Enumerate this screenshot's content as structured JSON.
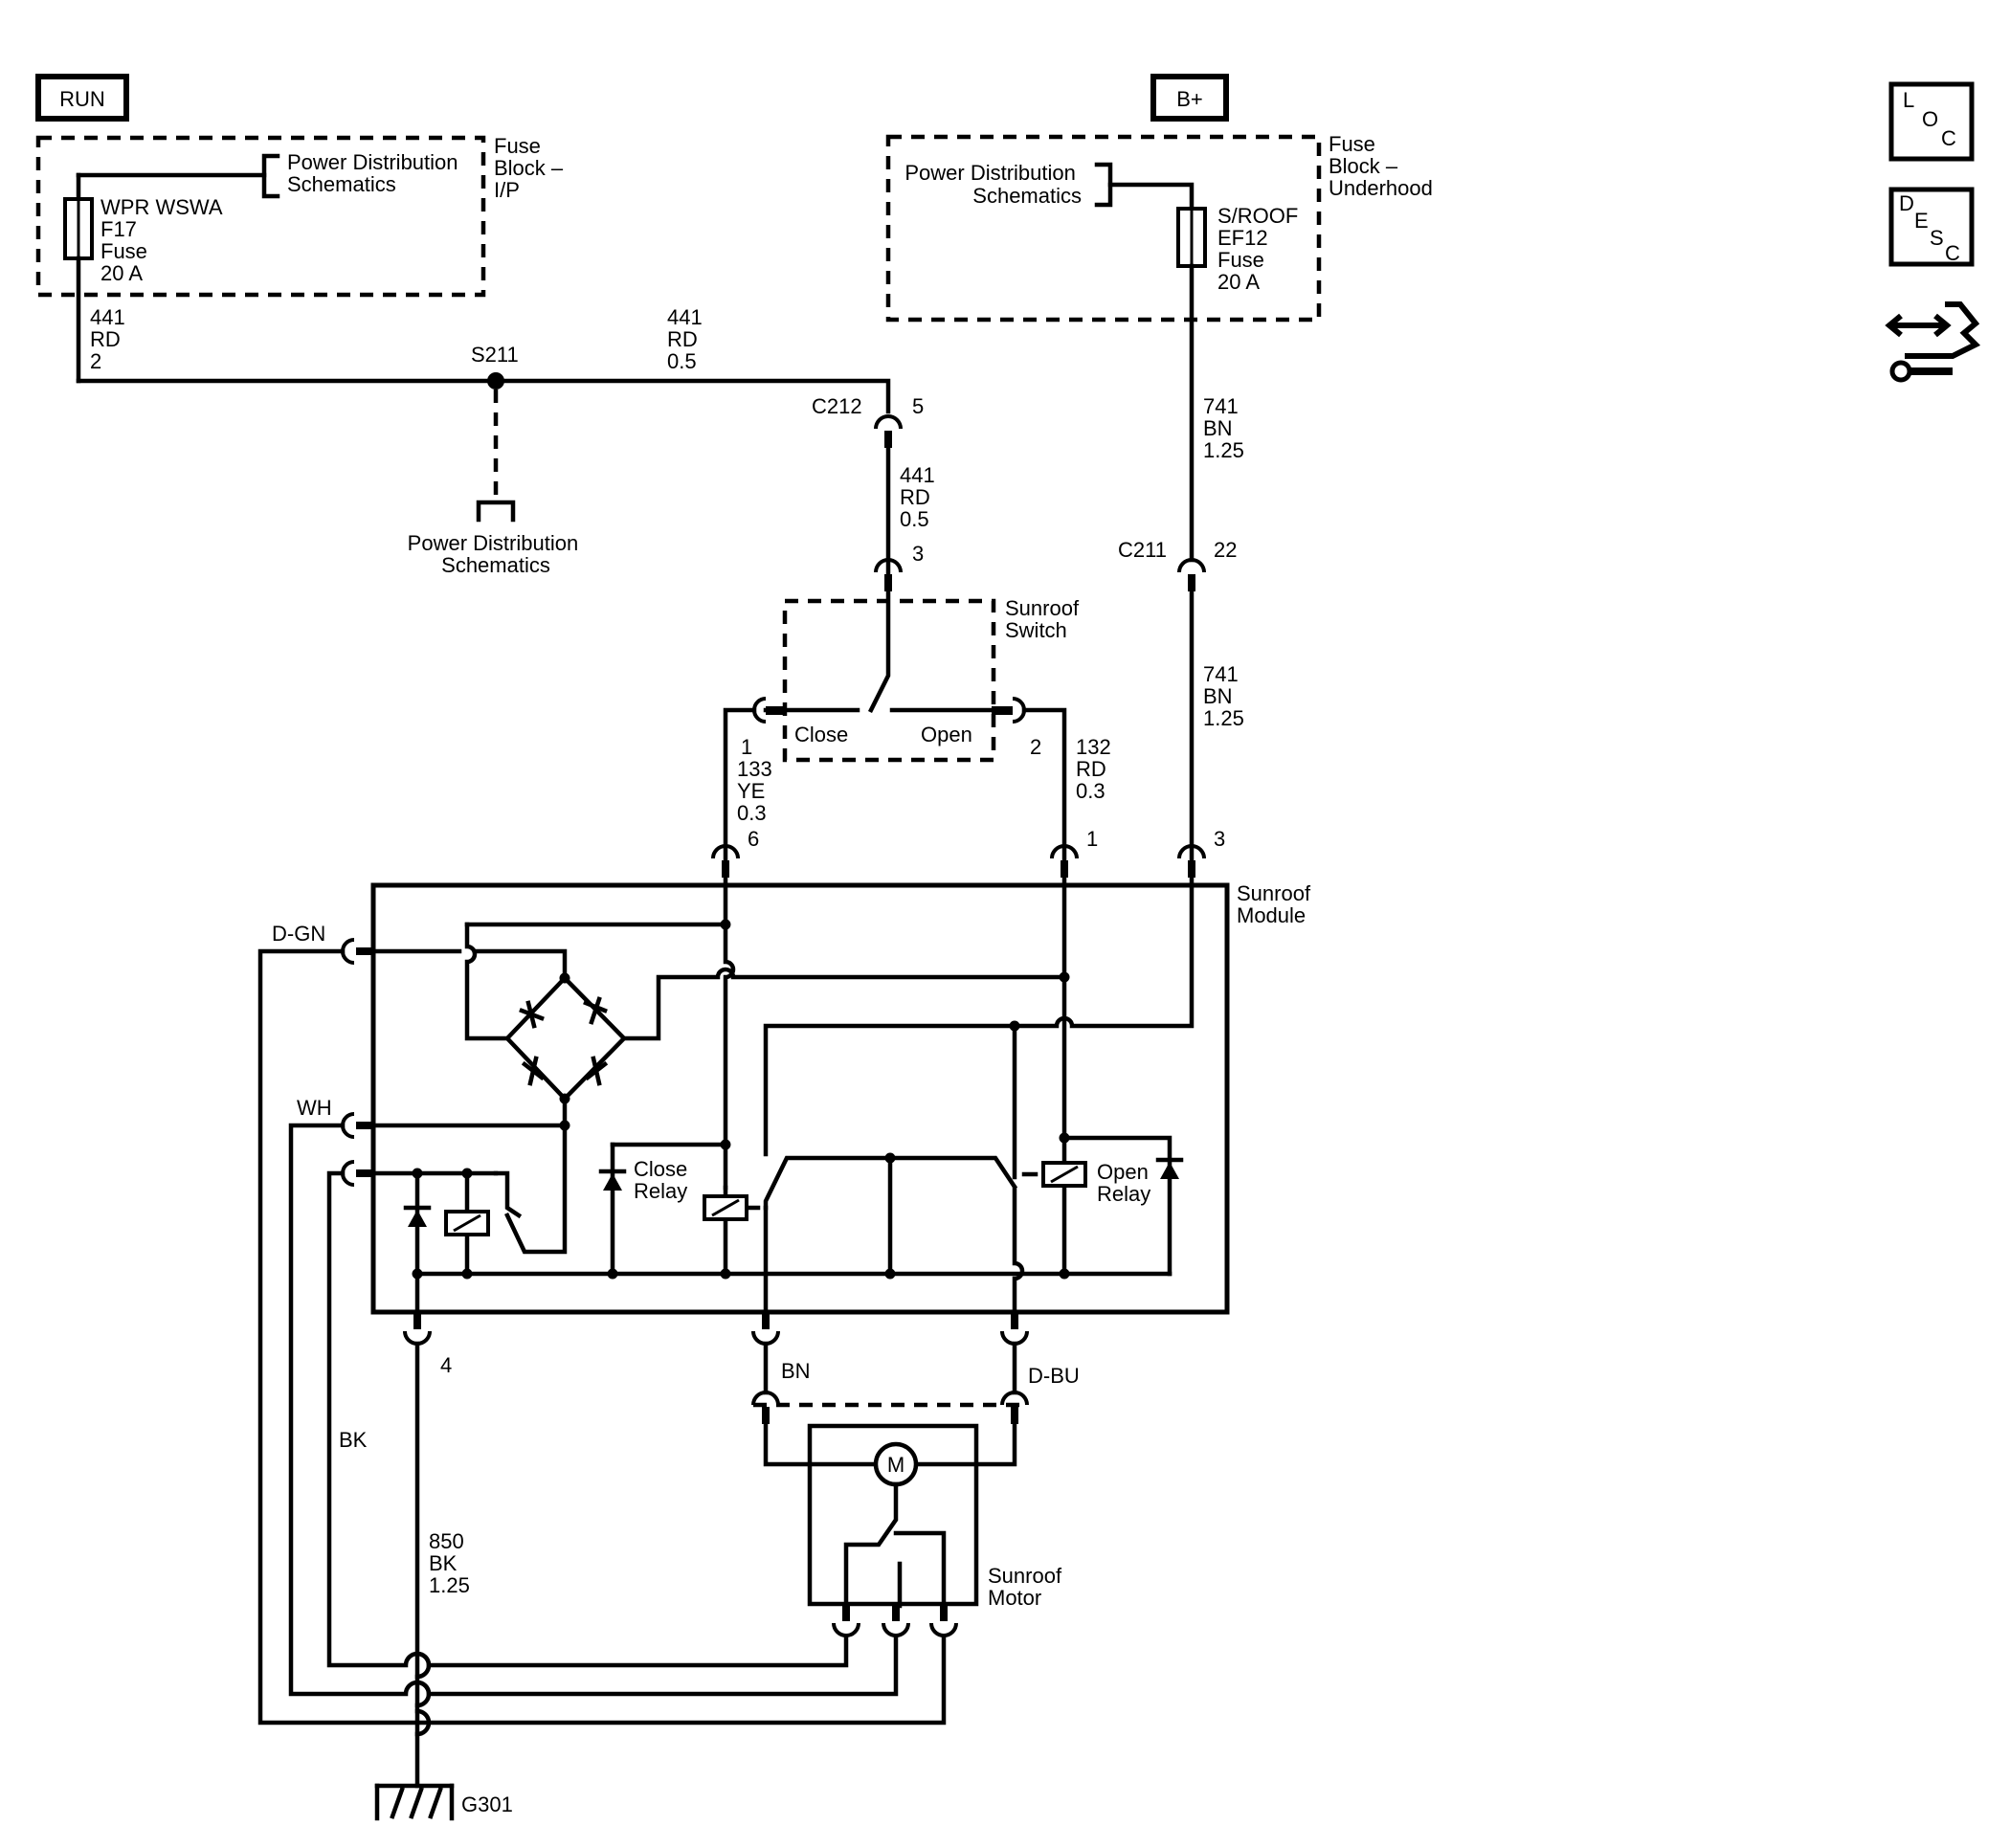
{
  "labels": {
    "run": "RUN",
    "bplus": "B+",
    "fuse_block_ip": [
      "Fuse",
      "Block –",
      "I/P"
    ],
    "fuse_block_underhood": [
      "Fuse",
      "Block –",
      "Underhood"
    ],
    "pds_1": [
      "Power Distribution",
      "Schematics"
    ],
    "pds_2": [
      "Power Distribution",
      "Schematics"
    ],
    "pds_3": [
      "Power Distribution",
      "Schematics"
    ],
    "fuse_f17": [
      "WPR WSWA",
      "F17",
      "Fuse",
      "20 A"
    ],
    "fuse_ef12": [
      "S/ROOF",
      "EF12",
      "Fuse",
      "20 A"
    ],
    "wire_441_left": [
      "441",
      "RD",
      "2"
    ],
    "wire_441_mid": [
      "441",
      "RD",
      "0.5"
    ],
    "wire_441_c212": [
      "441",
      "RD",
      "0.5"
    ],
    "wire_741_top": [
      "741",
      "BN",
      "1.25"
    ],
    "wire_741_bot": [
      "741",
      "BN",
      "1.25"
    ],
    "wire_133": [
      "1",
      "133",
      "YE",
      "0.3"
    ],
    "wire_132": [
      "132",
      "RD",
      "0.3"
    ],
    "wire_850": [
      "850",
      "BK",
      "1.25"
    ],
    "splice_s211": "S211",
    "c212": "C212",
    "c212_pin": "5",
    "c211": "C211",
    "c211_pin": "22",
    "switch_pin_3": "3",
    "switch_pin_2": "2",
    "sunroof_switch": [
      "Sunroof",
      "Switch"
    ],
    "close": "Close",
    "open": "Open",
    "module_pin_6": "6",
    "module_pin_1": "1",
    "module_pin_3": "3",
    "sunroof_module": [
      "Sunroof",
      "Module"
    ],
    "d_gn": "D-GN",
    "wh": "WH",
    "bk": "BK",
    "close_relay": [
      "Close",
      "Relay"
    ],
    "open_relay": [
      "Open",
      "Relay"
    ],
    "pin_4": "4",
    "bn": "BN",
    "d_bu": "D-BU",
    "motor_symbol": "M",
    "sunroof_motor": [
      "Sunroof",
      "Motor"
    ],
    "g301": "G301"
  },
  "icons": {
    "loc": [
      "L",
      "O",
      "C"
    ],
    "desc": [
      "D",
      "E",
      "S",
      "C"
    ],
    "nav": "connector-pinout-icon"
  }
}
